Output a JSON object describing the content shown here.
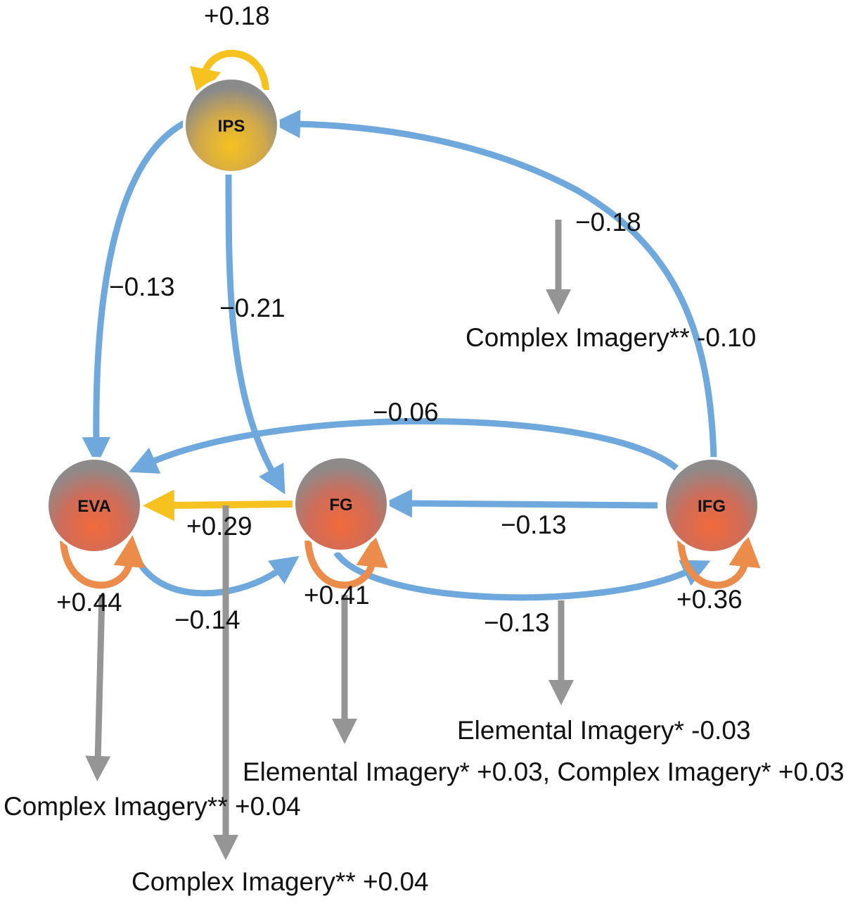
{
  "colors": {
    "blue": "#6fa8dc",
    "gold": "#f6c21f",
    "orange": "#ec8c4a",
    "gray": "#959595"
  },
  "nodes": {
    "ips": {
      "label": "IPS",
      "self_weight": "+0.18"
    },
    "eva": {
      "label": "EVA",
      "self_weight": "+0.44"
    },
    "fg": {
      "label": "FG",
      "self_weight": "+0.41"
    },
    "ifg": {
      "label": "IFG",
      "self_weight": "+0.36"
    }
  },
  "connections": {
    "ifg_to_ips": "−0.18",
    "ips_to_eva": "−0.13",
    "ips_to_fg": "−0.21",
    "ifg_to_eva": "−0.06",
    "fg_to_eva": "+0.29",
    "ifg_to_fg": "−0.13",
    "eva_to_fg": "−0.14",
    "fg_to_ifg": "−0.13"
  },
  "modulators": {
    "ifg_ips": "Complex Imagery** -0.10",
    "eva_self": "Complex Imagery** +0.04",
    "fg_eva": "Complex Imagery** +0.04",
    "fg_self": "Elemental Imagery* +0.03, Complex Imagery* +0.03",
    "fg_ifg": "Elemental Imagery* -0.03"
  }
}
